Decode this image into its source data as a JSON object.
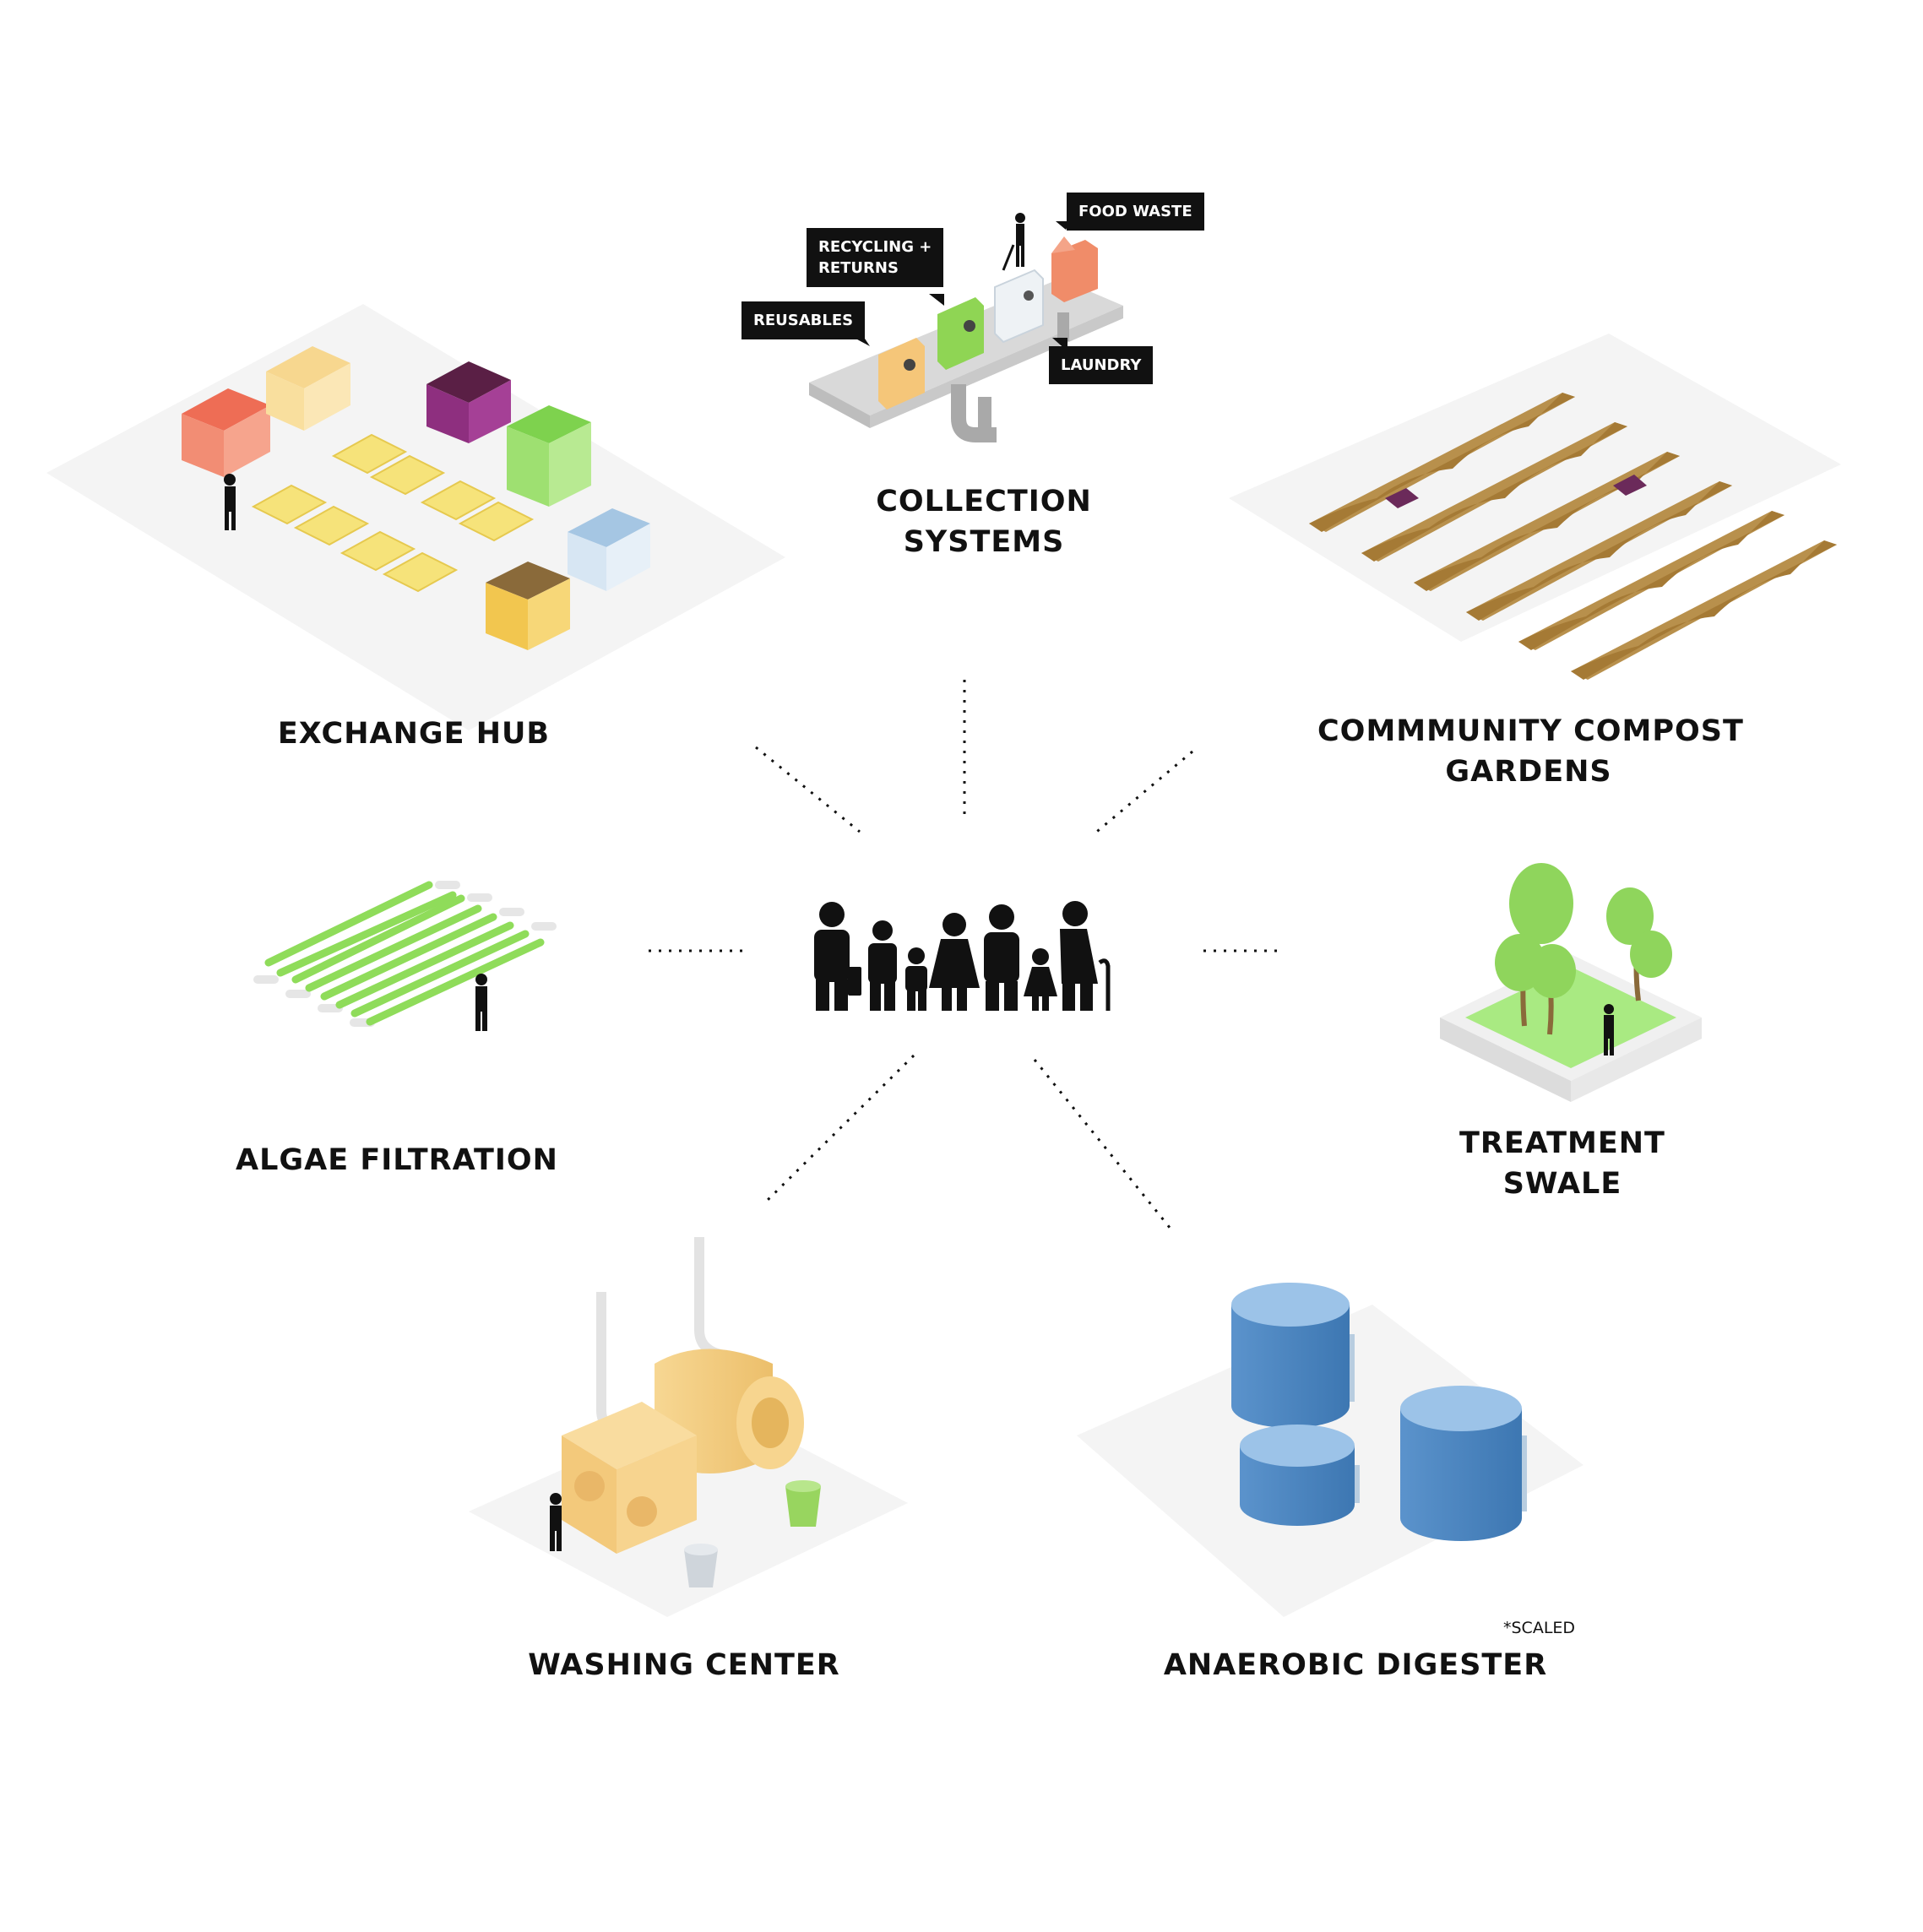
{
  "labels": {
    "collection": [
      "COLLECTION",
      "SYSTEMS"
    ],
    "exchange": "EXCHANGE HUB",
    "compost": [
      "COMMMUNITY COMPOST",
      "GARDENS"
    ],
    "algae": "ALGAE FILTRATION",
    "swale": [
      "TREATMENT",
      "SWALE"
    ],
    "washing": "WASHING CENTER",
    "digester": "ANAEROBIC DIGESTER"
  },
  "tags": {
    "food_waste": "FOOD WASTE",
    "recycling": [
      "RECYCLING +",
      "RETURNS"
    ],
    "reusables": "REUSABLES",
    "laundry": "LAUNDRY"
  },
  "note": "*SCALED",
  "colors": {
    "ink": "#111111",
    "ground": "#f3f3f3",
    "green": "#9be070",
    "compost": "#b48a45",
    "water": "#5a92cc",
    "washing": "#f3cd82"
  }
}
